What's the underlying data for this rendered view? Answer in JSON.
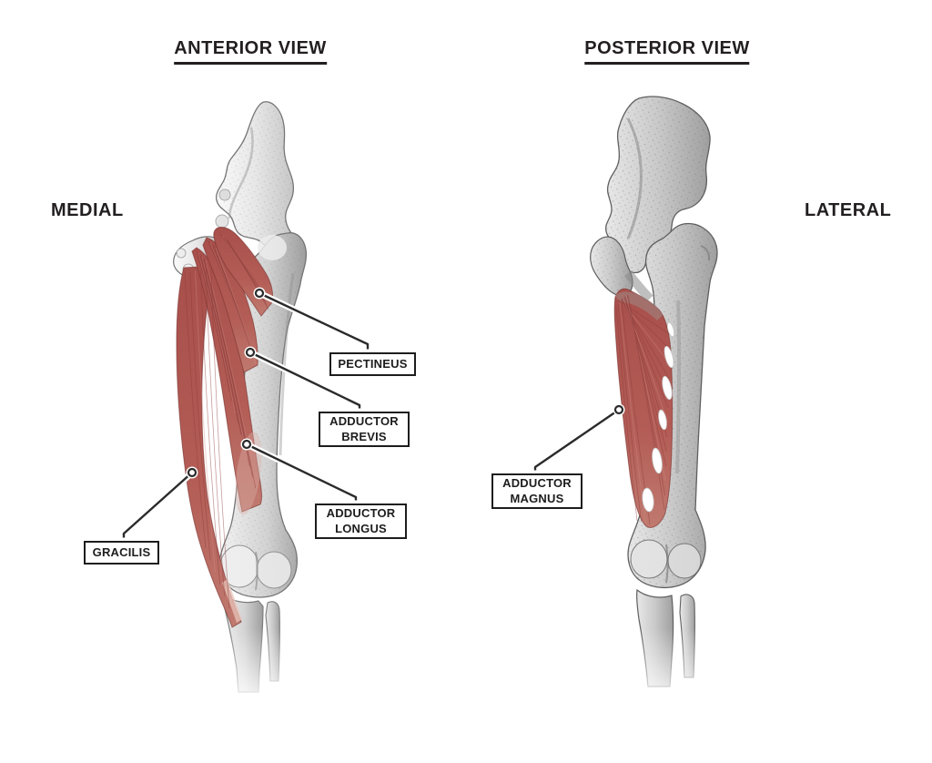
{
  "titles": {
    "anterior": "ANTERIOR VIEW",
    "posterior": "POSTERIOR VIEW"
  },
  "side_labels": {
    "left": "MEDIAL",
    "right": "LATERAL"
  },
  "muscle_labels": {
    "pectineus": "PECTINEUS",
    "adductor_brevis": "ADDUCTOR BREVIS",
    "adductor_longus": "ADDUCTOR LONGUS",
    "gracilis": "GRACILIS",
    "adductor_magnus": "ADDUCTOR MAGNUS"
  },
  "colors": {
    "text": "#231f20",
    "leader_line": "#2b2b2b",
    "muscle_red": "#b05752",
    "muscle_dark_red": "#8e3c3a",
    "bone_light": "#ececec",
    "bone_shade": "#a8a8a8",
    "background": "#ffffff"
  }
}
